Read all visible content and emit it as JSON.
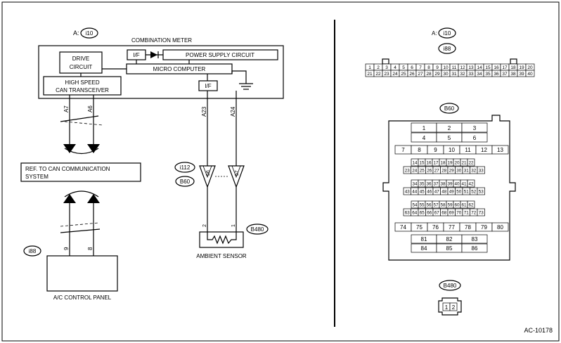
{
  "left": {
    "meter_ref": "A:",
    "meter_connector": "i10",
    "meter_title": "COMBINATION METER",
    "drive_circuit_l1": "DRIVE",
    "drive_circuit_l2": "CIRCUIT",
    "if_label": "I/F",
    "power_supply": "POWER SUPPLY CIRCUIT",
    "micro_computer": "MICRO COMPUTER",
    "can_l1": "HIGH SPEED",
    "can_l2": "CAN TRANSCEIVER",
    "wire_a7": "A7",
    "wire_a6": "A6",
    "wire_a23": "A23",
    "wire_a24": "A24",
    "ref_l1": "REF. TO CAN COMMUNICATION",
    "ref_l2": "SYSTEM",
    "conn_i112": "i112",
    "conn_b60": "B60",
    "term_56": "56",
    "term_57": "57",
    "pin_2": "2",
    "pin_1": "1",
    "conn_b480": "B480",
    "ambient_sensor": "AMBIENT SENSOR",
    "conn_i88": "i88",
    "wire_9": "9",
    "wire_8": "8",
    "ac_panel": "A/C CONTROL PANEL"
  },
  "right": {
    "meter_ref": "A:",
    "meter_connector": "i10",
    "i88_label": "i88",
    "i88_row1": [
      "1",
      "2",
      "3",
      "4",
      "5",
      "6",
      "7",
      "8",
      "9",
      "10",
      "11",
      "12",
      "13",
      "14",
      "15",
      "16",
      "17",
      "18",
      "19",
      "20"
    ],
    "i88_row2": [
      "21",
      "22",
      "23",
      "24",
      "25",
      "26",
      "27",
      "28",
      "29",
      "30",
      "31",
      "32",
      "33",
      "34",
      "35",
      "36",
      "37",
      "38",
      "39",
      "40"
    ],
    "b60_label": "B60",
    "b60_rows": [
      [
        "1",
        "2",
        "3"
      ],
      [
        "4",
        "5",
        "6"
      ],
      [
        "7",
        "8",
        "9",
        "10",
        "11",
        "12",
        "13"
      ],
      [
        "14",
        "15",
        "16",
        "17",
        "18",
        "19",
        "20",
        "21",
        "22"
      ],
      [
        "23",
        "24",
        "25",
        "26",
        "27",
        "28",
        "29",
        "30",
        "31",
        "32",
        "33"
      ],
      [
        "34",
        "35",
        "36",
        "37",
        "38",
        "39",
        "40",
        "41",
        "42"
      ],
      [
        "43",
        "44",
        "45",
        "46",
        "47",
        "48",
        "49",
        "50",
        "51",
        "52",
        "53"
      ],
      [
        "54",
        "55",
        "56",
        "57",
        "58",
        "59",
        "60",
        "61",
        "62"
      ],
      [
        "63",
        "64",
        "65",
        "66",
        "67",
        "68",
        "69",
        "70",
        "71",
        "72",
        "73"
      ],
      [
        "74",
        "75",
        "76",
        "77",
        "78",
        "79",
        "80"
      ],
      [
        "81",
        "82",
        "83"
      ],
      [
        "84",
        "85",
        "86"
      ]
    ],
    "b480_label": "B480",
    "b480_pins": [
      "1",
      "2"
    ]
  },
  "figure_id": "AC-10178"
}
